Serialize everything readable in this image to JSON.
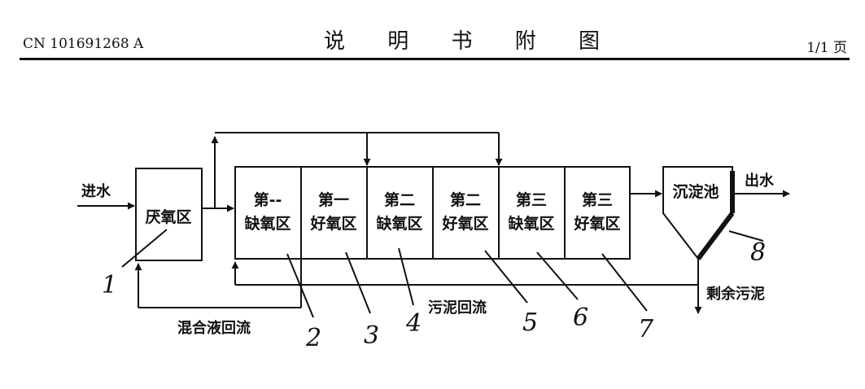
{
  "header": {
    "patent_number": "CN 101691268 A",
    "title": "说 明 书 附 图",
    "page": "1/1 页"
  },
  "diagram": {
    "units": {
      "anaerobic": "厌氧区",
      "zones": [
        {
          "line1": "第--",
          "line2": "缺氧区"
        },
        {
          "line1": "第一",
          "line2": "好氧区"
        },
        {
          "line1": "第二",
          "line2": "缺氧区"
        },
        {
          "line1": "第二",
          "line2": "好氧区"
        },
        {
          "line1": "第三",
          "line2": "缺氧区"
        },
        {
          "line1": "第三",
          "line2": "好氧区"
        }
      ],
      "clarifier": "沉淀池"
    },
    "flows": {
      "inflow": "进水",
      "outflow": "出水",
      "excess_sludge": "剩余污泥",
      "sludge_return": "污泥回流",
      "mixed_liquor_return": "混合液回流"
    },
    "callouts": [
      "1",
      "2",
      "3",
      "4",
      "5",
      "6",
      "7",
      "8"
    ]
  }
}
